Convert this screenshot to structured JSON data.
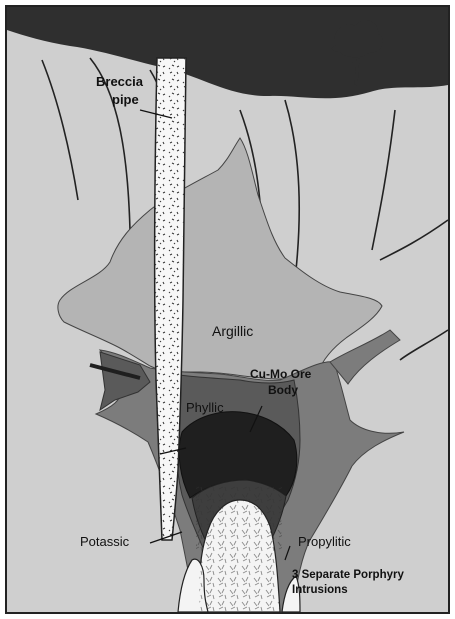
{
  "labels": {
    "breccia_line1": "Breccia",
    "breccia_line2": "pipe",
    "argillic": "Argillic",
    "ore_line1": "Cu-Mo Ore",
    "ore_line2": "Body",
    "phyllic": "Phyllic",
    "potassic": "Potassic",
    "propylitic": "Propylitic",
    "porphyry_line1": "3 Separate Porphyry",
    "porphyry_line2": "Intrusions"
  },
  "colors": {
    "background": "#cfcfcf",
    "sky": "#2f2f2f",
    "argillic": "#b4b4b4",
    "propylitic": "#7c7c7c",
    "phyllic": "#5a5a5a",
    "potassic": "#3e3e3e",
    "ore_body": "#1f1f1f",
    "intrusion": "#f4f4f4",
    "breccia": "#f7f7f7",
    "line": "#222222"
  }
}
